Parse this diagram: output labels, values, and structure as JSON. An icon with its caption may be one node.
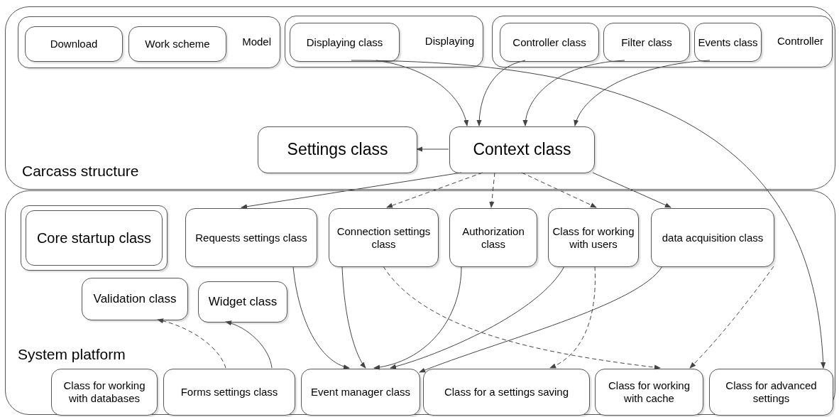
{
  "diagram": {
    "nodes": [
      {
        "text": [
          "Carcass structure"
        ]
      },
      {
        "text": [
          "Model"
        ],
        "in": 0
      },
      {
        "text": [
          "Download"
        ],
        "in": 1
      },
      {
        "text": [
          "Work scheme"
        ],
        "in": 1
      },
      {
        "text": [
          "Displaying"
        ],
        "in": 0
      },
      {
        "text": [
          "Displaying class"
        ],
        "in": 4
      },
      {
        "text": [
          "Controller"
        ],
        "in": 0
      },
      {
        "text": [
          "Controller class"
        ],
        "in": 6
      },
      {
        "text": [
          "Filter class"
        ],
        "in": 6
      },
      {
        "text": [
          "Events class"
        ],
        "in": 6
      },
      {
        "text": [
          "Settings class"
        ],
        "in": 0
      },
      {
        "text": [
          "Context class"
        ],
        "in": 0
      },
      {
        "text": [
          "System platform"
        ]
      },
      {
        "text": [
          "Core startup class"
        ],
        "in": 12
      },
      {
        "text": [
          "Requests settings class"
        ],
        "in": 12
      },
      {
        "text": [
          "Connection settings class"
        ],
        "in": 12
      },
      {
        "text": [
          "Authorization class"
        ],
        "in": 12
      },
      {
        "text": [
          "Class for working with users"
        ],
        "in": 12
      },
      {
        "text": [
          "data acquisition class"
        ],
        "in": 12
      },
      {
        "text": [
          "Validation class"
        ],
        "in": 12
      },
      {
        "text": [
          "Widget class"
        ],
        "in": 12
      },
      {
        "text": [
          "Class for working with databases"
        ],
        "in": 12
      },
      {
        "text": [
          "Forms settings class"
        ],
        "in": 12
      },
      {
        "text": [
          "Event manager class"
        ],
        "in": 12
      },
      {
        "text": [
          "Class for a settings saving"
        ],
        "in": 12
      },
      {
        "text": [
          "Class for working with cache"
        ],
        "in": 12
      },
      {
        "text": [
          "Class for advanced settings"
        ],
        "in": 12
      }
    ],
    "edges": [
      {
        "from": 5,
        "to": 11,
        "arrow": "to"
      },
      {
        "from": 7,
        "to": 11,
        "arrow": "to"
      },
      {
        "from": 8,
        "to": 11,
        "arrow": "to"
      },
      {
        "from": 9,
        "to": 11,
        "arrow": "to"
      },
      {
        "from": 5,
        "to": 26,
        "arrow": "to"
      },
      {
        "from": 11,
        "to": 10,
        "arrow": "to"
      },
      {
        "from": 11,
        "to": 14,
        "arrow": "to"
      },
      {
        "from": 11,
        "to": 15,
        "arrow": "to",
        "style": "dashed"
      },
      {
        "from": 11,
        "to": 16,
        "arrow": "to",
        "style": "dashed"
      },
      {
        "from": 11,
        "to": 17,
        "arrow": "to",
        "style": "dashed"
      },
      {
        "from": 11,
        "to": 18,
        "arrow": "to"
      },
      {
        "from": 14,
        "to": 23,
        "arrow": "to"
      },
      {
        "from": 15,
        "to": 23,
        "arrow": "to"
      },
      {
        "from": 16,
        "to": 23,
        "arrow": "to"
      },
      {
        "from": 17,
        "to": 23,
        "arrow": "to"
      },
      {
        "from": 18,
        "to": 23,
        "arrow": "to"
      },
      {
        "from": 15,
        "to": 25,
        "arrow": "to",
        "style": "dashed"
      },
      {
        "from": 17,
        "to": 24,
        "arrow": "to",
        "style": "dashed"
      },
      {
        "from": 18,
        "to": 25,
        "arrow": "to",
        "style": "dashed"
      },
      {
        "from": 22,
        "to": 19,
        "arrow": "to",
        "style": "dashed"
      },
      {
        "from": 22,
        "to": 20,
        "arrow": "to"
      }
    ]
  }
}
